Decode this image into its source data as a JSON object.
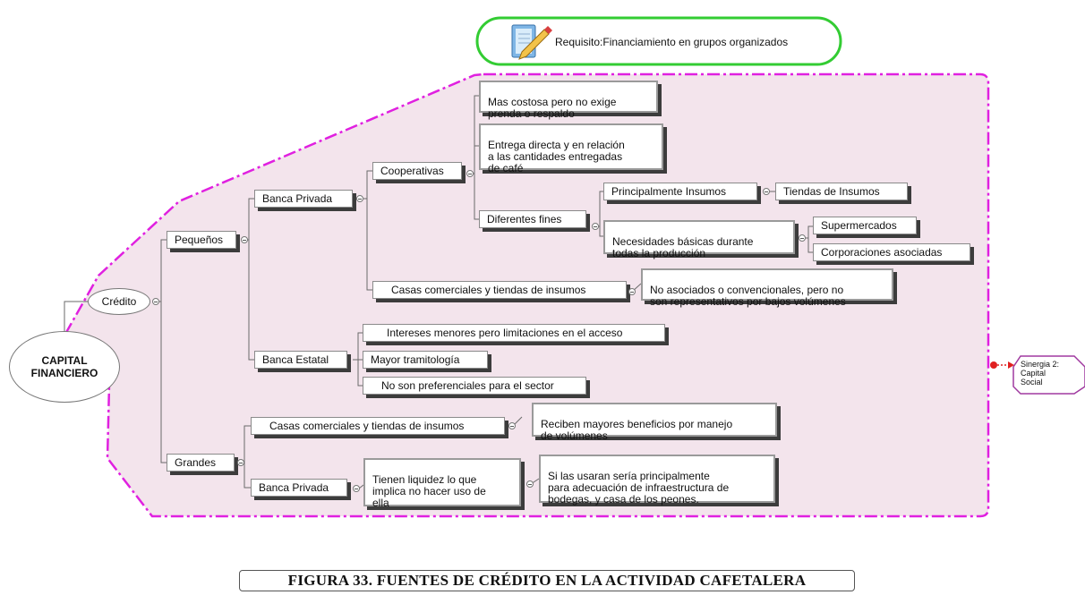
{
  "requirement": "Requisito:Financiamiento en grupos organizados",
  "root": "CAPITAL\nFINANCIERO",
  "credito": "Crédito",
  "pequenos": "Pequeños",
  "grandes": "Grandes",
  "banca_privada_p": "Banca Privada",
  "cooperativas": "Cooperativas",
  "coop_1": "Mas costosa pero no exige\nprenda o respaldo",
  "coop_2": "Entrega directa y en relación\na las cantidades entregadas\nde café",
  "diferentes_fines": "Diferentes fines",
  "principalmente_insumos": "Principalmente Insumos",
  "tiendas_insumos": "Tiendas de Insumos",
  "necesidades": "Necesidades básicas durante\ntodas la producción",
  "supermercados": "Supermercados",
  "corporaciones": "Corporaciones asociadas",
  "casas_p": "Casas comerciales y tiendas de insumos",
  "no_asociados": "No asociados o convencionales, pero no\nson representativos por bajos volúmenes",
  "banca_estatal": "Banca Estatal",
  "estatal_1": "Intereses menores pero limitaciones en el acceso",
  "estatal_2": "Mayor tramitología",
  "estatal_3": "No son preferenciales para el sector",
  "casas_g": "Casas comerciales y tiendas de insumos",
  "reciben": "Reciben mayores beneficios por  manejo\nde volúmenes",
  "banca_privada_g": "Banca Privada",
  "liquidez": "Tienen liquidez lo que\nimplica no hacer uso de\nella",
  "si_las_usaran": "Si las usaran sería principalmente\npara adecuación de infraestructura de\nbodegas, y casa de los peones.",
  "sinergia": "Sinergia 2:\nCapital\nSocial",
  "caption": "FIGURA 33. FUENTES DE CRÉDITO EN LA ACTIVIDAD CAFETALERA",
  "colors": {
    "boundary": "#e020e0",
    "boundary_fill": "#f3e4ec",
    "requirement_border": "#33cc33",
    "arrow": "#e02020",
    "sinergia_border": "#a03aa0"
  }
}
